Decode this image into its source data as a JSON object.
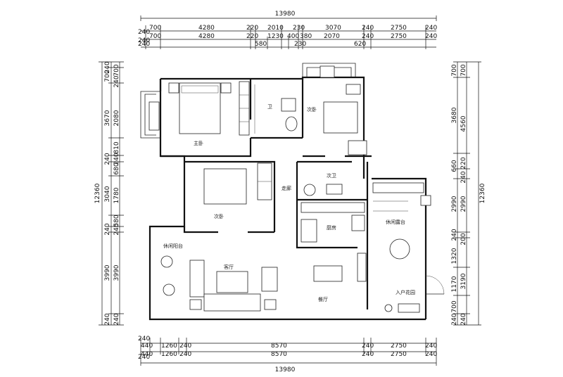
{
  "overall": {
    "top": "13980",
    "bottom": "13980",
    "left": "12360",
    "right": "12360"
  },
  "dims": {
    "top_row1": [
      "700",
      "4280",
      "220",
      "2010",
      "230",
      "3070",
      "240",
      "2750",
      "240"
    ],
    "top_row1_left": "240",
    "top_row2": [
      "700",
      "4280",
      "220",
      "1230",
      "400",
      "380",
      "2070",
      "240",
      "2750",
      "240"
    ],
    "top_row2_left": "240",
    "top_row3": [
      "240",
      "580",
      "230",
      "620"
    ],
    "bottom_row1": [
      "440",
      "1260",
      "240",
      "8570",
      "240",
      "2750",
      "240"
    ],
    "bottom_row1_left": "240",
    "bottom_row2": [
      "440",
      "1260",
      "240",
      "8570",
      "240",
      "2750",
      "240"
    ],
    "bottom_row2_left": "240",
    "left_outer": [
      "240",
      "700",
      "3670",
      "240",
      "3040",
      "240",
      "3990",
      "240"
    ],
    "left_inner": [
      "700",
      "240",
      "2080",
      "810",
      "240",
      "680",
      "1780",
      "580",
      "240",
      "3990",
      "240"
    ],
    "right_outer": [
      "700",
      "3680",
      "660",
      "2990",
      "240",
      "1320",
      "1170",
      "700",
      "240"
    ],
    "right_inner": [
      "700",
      "4560",
      "220",
      "240",
      "2990",
      "200",
      "3190",
      "240"
    ]
  },
  "rooms": {
    "master_bedroom": "主卧",
    "bath1": "卫",
    "bedroom2": "次卧",
    "bedroom3": "次卧",
    "corridor": "走廊",
    "bath2": "次卫",
    "kitchen": "厨房",
    "living": "客厅",
    "dining": "餐厅",
    "entrance": "入户花园",
    "balcony_left": "休闲阳台",
    "balcony_right": "休闲露台"
  }
}
